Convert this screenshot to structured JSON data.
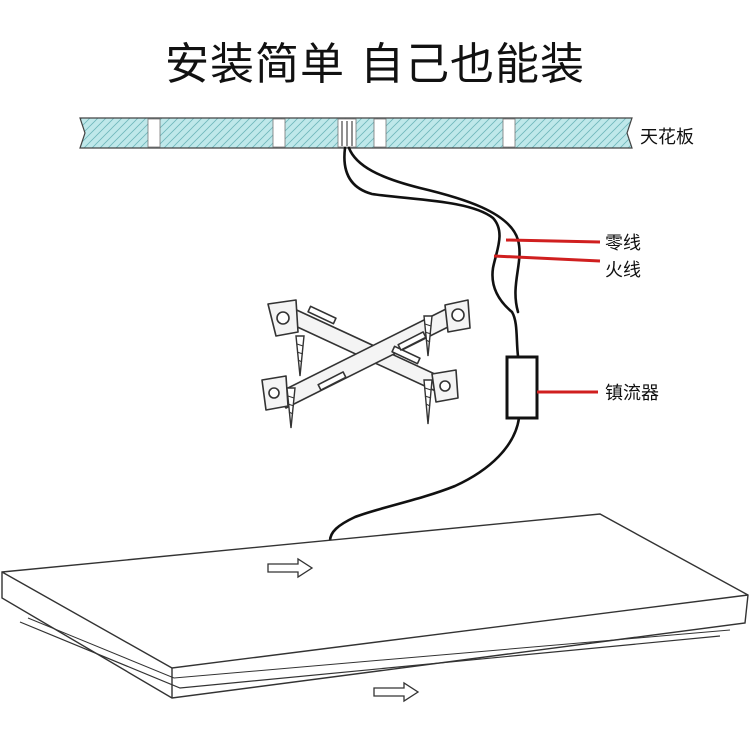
{
  "title": "安装简单 自己也能装",
  "labels": {
    "ceiling": "天花板",
    "neutral_wire": "零线",
    "live_wire": "火线",
    "ballast": "镇流器"
  },
  "colors": {
    "wire": "#111111",
    "callout": "#d01f1f",
    "ceiling_fill": "#bfe8ea"
  },
  "icons": [
    "mounting-bracket-icon",
    "screw-icon",
    "arrow-right-icon"
  ]
}
